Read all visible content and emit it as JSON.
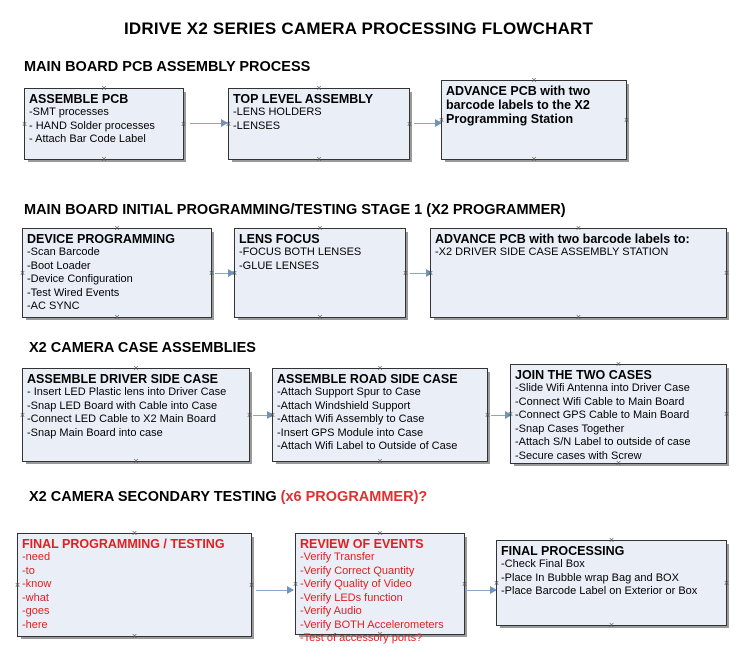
{
  "document": {
    "title": "IDRIVE X2  SERIES CAMERA PROCESSING FLOWCHART"
  },
  "sections": [
    {
      "id": "main-board-pcb-assembly",
      "heading": "MAIN BOARD PCB ASSEMBLY PROCESS",
      "heading_accent": "",
      "boxes": [
        {
          "id": "assemble-pcb",
          "title": "ASSEMBLE PCB",
          "items": [
            "-SMT processes",
            "- HAND Solder processes",
            "- Attach Bar Code Label"
          ],
          "color": "blue"
        },
        {
          "id": "top-level-assembly",
          "title": "TOP LEVEL ASSEMBLY",
          "items": [
            "-LENS HOLDERS",
            "-LENSES"
          ],
          "color": "blue"
        },
        {
          "id": "advance-pcb-to-programming-station",
          "title": "ADVANCE PCB with two barcode labels to the  X2 Programming Station",
          "items": [],
          "color": "blue"
        }
      ]
    },
    {
      "id": "initial-programming-testing",
      "heading": "MAIN BOARD INITIAL PROGRAMMING/TESTING STAGE 1 (X2 PROGRAMMER)",
      "heading_accent": "",
      "boxes": [
        {
          "id": "device-programming",
          "title": "DEVICE PROGRAMMING",
          "items": [
            "-Scan Barcode",
            "-Boot Loader",
            "-Device Configuration",
            "-Test Wired Events",
            "-AC SYNC"
          ],
          "color": "blue"
        },
        {
          "id": "lens-focus",
          "title": "LENS FOCUS",
          "items": [
            "-FOCUS BOTH LENSES",
            "-GLUE LENSES"
          ],
          "color": "blue"
        },
        {
          "id": "advance-pcb-to-driver-side-case",
          "title": "ADVANCE PCB with two barcode labels to:",
          "items": [
            "-X2 DRIVER  SIDE  CASE  ASSEMBLY STATION"
          ],
          "color": "blue"
        }
      ]
    },
    {
      "id": "camera-case-assemblies",
      "heading": "X2 CAMERA CASE ASSEMBLIES",
      "heading_accent": "",
      "boxes": [
        {
          "id": "assemble-driver-side-case",
          "title": "ASSEMBLE DRIVER SIDE CASE",
          "items": [
            "- Insert LED Plastic lens into Driver Case",
            "-Snap LED Board with Cable into Case",
            "-Connect LED Cable to X2 Main Board",
            "-Snap Main Board into case"
          ],
          "color": "blue"
        },
        {
          "id": "assemble-road-side-case",
          "title": "ASSEMBLE ROAD SIDE CASE",
          "items": [
            "-Attach Support Spur to Case",
            "-Attach Windshield Support",
            "-Attach Wifi Assembly to Case",
            "-Insert GPS Module into Case",
            "-Attach Wifi Label to Outside of Case"
          ],
          "color": "blue"
        },
        {
          "id": "join-the-two-cases",
          "title": "JOIN THE TWO CASES",
          "items": [
            "-Slide Wifi Antenna into Driver Case",
            "-Connect Wifi Cable to Main Board",
            "-Connect GPS Cable to Main Board",
            "-Snap Cases Together",
            "-Attach S/N Label to outside of case",
            "-Secure cases with Screw"
          ],
          "color": "blue"
        }
      ]
    },
    {
      "id": "secondary-testing",
      "heading": "X2 CAMERA SECONDARY TESTING ",
      "heading_accent": "(x6 PROGRAMMER)?",
      "boxes": [
        {
          "id": "final-programming-testing",
          "title": "FINAL PROGRAMMING / TESTING",
          "items": [
            "-need",
            "-to",
            "-know",
            "-what",
            "-goes",
            "-here"
          ],
          "color": "red"
        },
        {
          "id": "review-of-events",
          "title": "REVIEW OF EVENTS",
          "items": [
            "-Verify Transfer",
            "-Verify Correct Quantity",
            "-Verify Quality of Video",
            "-Verify LEDs function",
            "-Verify Audio",
            "-Verify BOTH Accelerometers",
            "-Test of accessory ports?"
          ],
          "color": "red"
        },
        {
          "id": "final-processing",
          "title": "FINAL PROCESSING",
          "items": [
            " -Check Final Box",
            "-Place In Bubble wrap Bag and BOX",
            "-Place Barcode Label on Exterior or Box"
          ],
          "color": "blue"
        }
      ]
    }
  ],
  "colors": {
    "box_fill": "#e9eef7",
    "box_border": "#333333",
    "box_shadow": "#9a9a9a",
    "connector": "#8ba5c4",
    "accent_red": "#e02020",
    "text": "#000000"
  }
}
